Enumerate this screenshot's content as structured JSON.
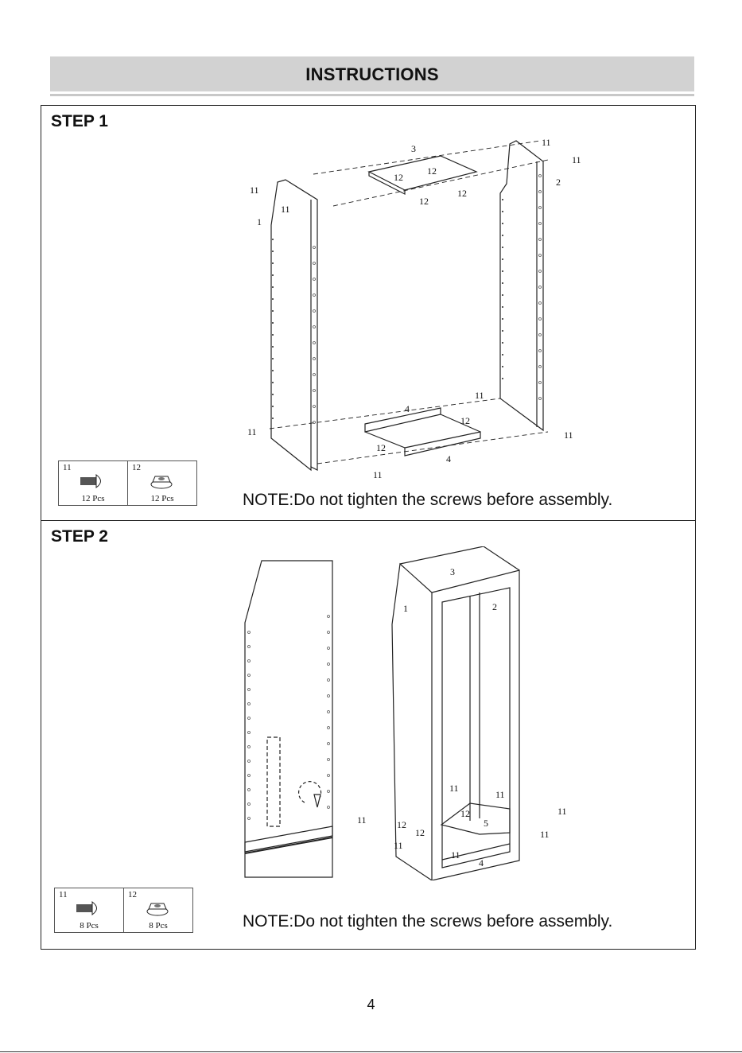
{
  "header": {
    "title": "INSTRUCTIONS"
  },
  "step1": {
    "title": "STEP 1",
    "note": "NOTE:Do not tighten the screws before assembly.",
    "parts": [
      {
        "number": "11",
        "quantity": "12 Pcs",
        "icon": "screw-icon"
      },
      {
        "number": "12",
        "quantity": "12 Pcs",
        "icon": "nut-icon"
      }
    ],
    "callouts": {
      "top_rail": "3",
      "left_panel": "1",
      "right_panel": "2",
      "bottom_rail": "4",
      "screw": "11",
      "nut": "12"
    }
  },
  "step2": {
    "title": "STEP 2",
    "note": "NOTE:Do not tighten the screws before assembly.",
    "parts": [
      {
        "number": "11",
        "quantity": "8 Pcs",
        "icon": "screw-icon"
      },
      {
        "number": "12",
        "quantity": "8 Pcs",
        "icon": "nut-icon"
      }
    ],
    "callouts": {
      "top": "3",
      "left_panel": "1",
      "right_panel": "2",
      "shelf": "5",
      "bottom_rail": "4",
      "screw": "11",
      "nut": "12"
    }
  },
  "footer": {
    "page_number": "4"
  }
}
